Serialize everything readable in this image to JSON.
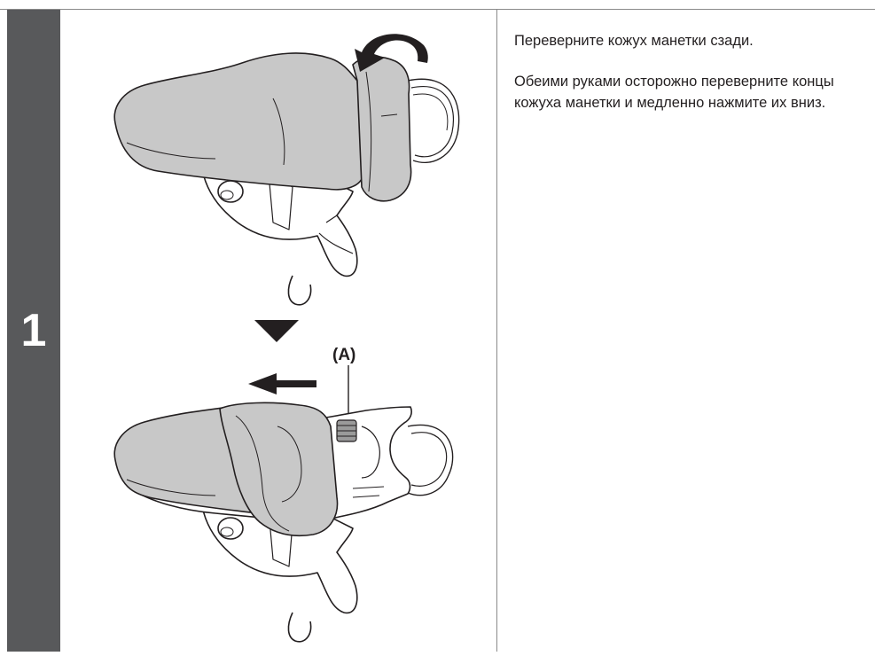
{
  "step": {
    "number": "1"
  },
  "illustration": {
    "callout_label": "(A)",
    "icons": [
      "curved-arrow-icon",
      "down-triangle-icon",
      "left-arrow-icon"
    ]
  },
  "instructions": {
    "heading": "Переверните кожух манетки сзади.",
    "body": "Обеими руками осторожно переверните концы кожуха манетки и медленно нажмите их вниз."
  },
  "colors": {
    "step_bar": "#58595b",
    "hood_fill": "#c8c8c8",
    "outline": "#231f20",
    "rule": "#8a8a8a"
  }
}
